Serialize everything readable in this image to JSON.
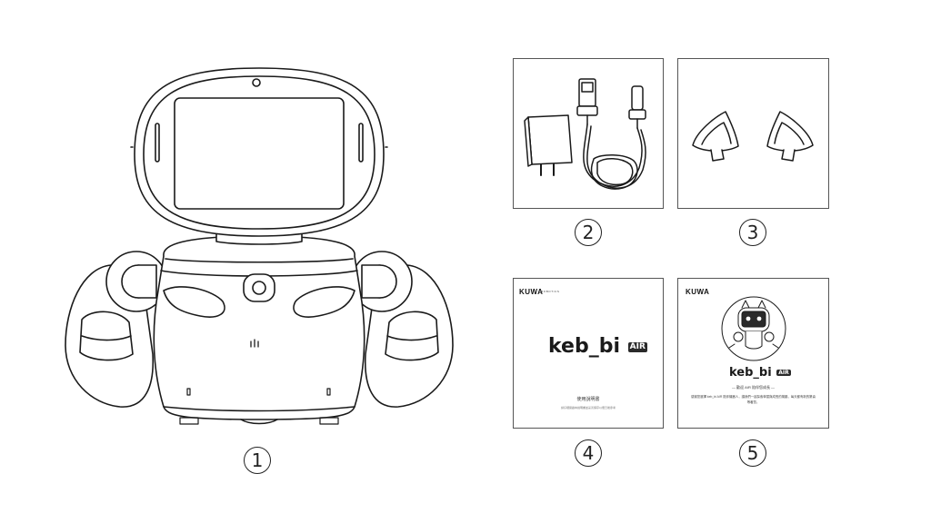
{
  "items": [
    {
      "number": "1",
      "label": ""
    },
    {
      "number": "2",
      "label": ""
    },
    {
      "number": "3",
      "label": ""
    },
    {
      "number": "4",
      "label": ""
    },
    {
      "number": "5",
      "label": ""
    }
  ],
  "manual": {
    "brand": "KUWA",
    "brand_sub": "ROBOTICS",
    "logo_text": "keb_bi",
    "logo_badge": "AIR",
    "subtitle": "使用說明書",
    "fine_print": "請仔細閱讀本說明書並妥善保存以便日後參考"
  },
  "card": {
    "brand": "KUWA",
    "logo_text": "keb_bi",
    "logo_badge": "AIR",
    "heading": "— 歡迎 AIR 陪伴您成長 —",
    "body": "感謝您選擇 keb_bi AIR 陪伴機器人，讓我們一起探索學習與成長的樂趣，每天都有新的驚喜等著您。"
  },
  "colors": {
    "line": "#1a1a1a",
    "fill": "#ffffff",
    "panel_border": "#555555"
  }
}
